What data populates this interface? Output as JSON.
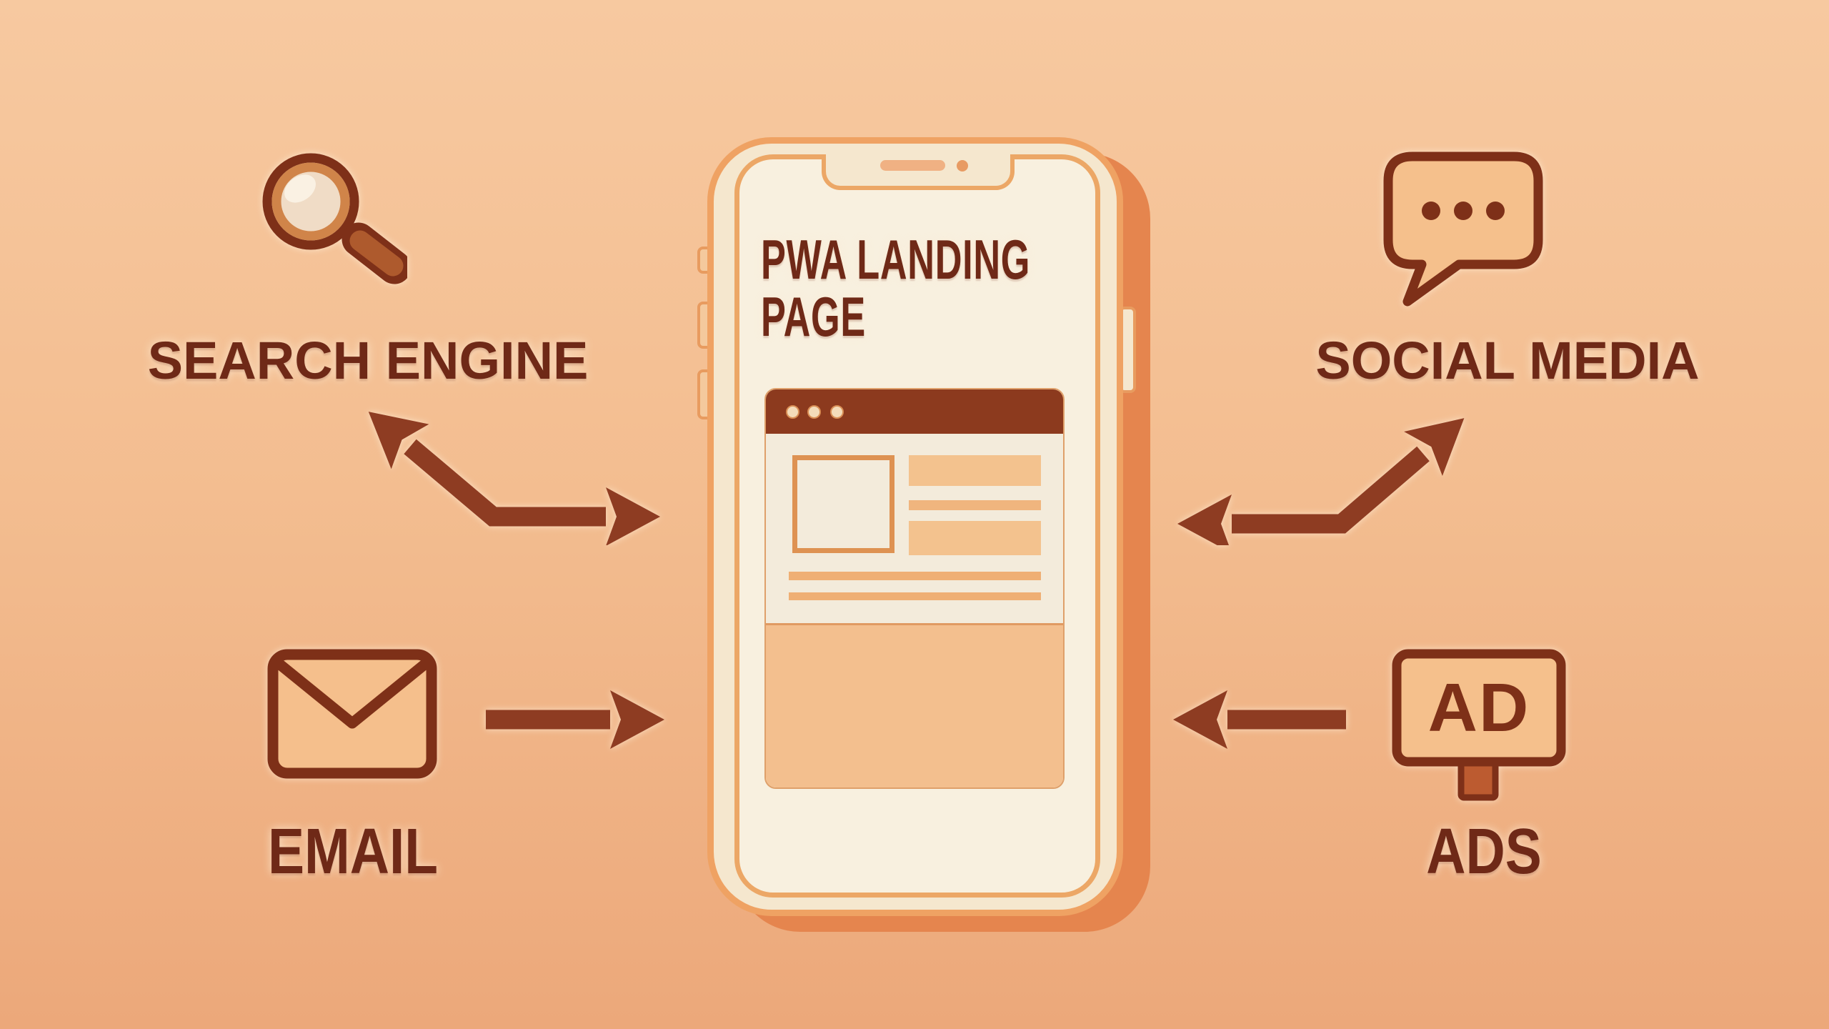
{
  "diagram": {
    "phone": {
      "screen_title_line1": "PWA LANDING",
      "screen_title_line2": "PAGE",
      "browser_mockup": {
        "window_controls": "three-dots",
        "content_blocks": [
          "image-placeholder",
          "text-bars",
          "hero-banner"
        ]
      }
    },
    "sources": {
      "search": {
        "label": "SEARCH ENGINE",
        "icon": "magnifier-icon",
        "arrow": "bidirectional-bent"
      },
      "social": {
        "label": "SOCIAL MEDIA",
        "icon": "speech-bubble-icon",
        "arrow": "bidirectional-bent"
      },
      "email": {
        "label": "EMAIL",
        "icon": "envelope-icon",
        "arrow": "right-toward-phone"
      },
      "ads": {
        "label": "ADS",
        "icon": "ad-sign-icon",
        "sign_text": "AD",
        "arrow": "left-toward-phone"
      }
    },
    "colors": {
      "background_top": "#F7C9A0",
      "background_bottom": "#ECA87A",
      "ink_text": "#6F2917",
      "arrow": "#8E3C22",
      "icon_outline": "#7E3018",
      "icon_fill": "#F5C08C",
      "phone_body": "#F5E7CE",
      "phone_screen": "#F8F0DF",
      "phone_border": "#EFA263",
      "phone_shadow": "#E5854E",
      "browser_titlebar": "#8C3A1E",
      "browser_body": "#F3EBDB"
    }
  }
}
